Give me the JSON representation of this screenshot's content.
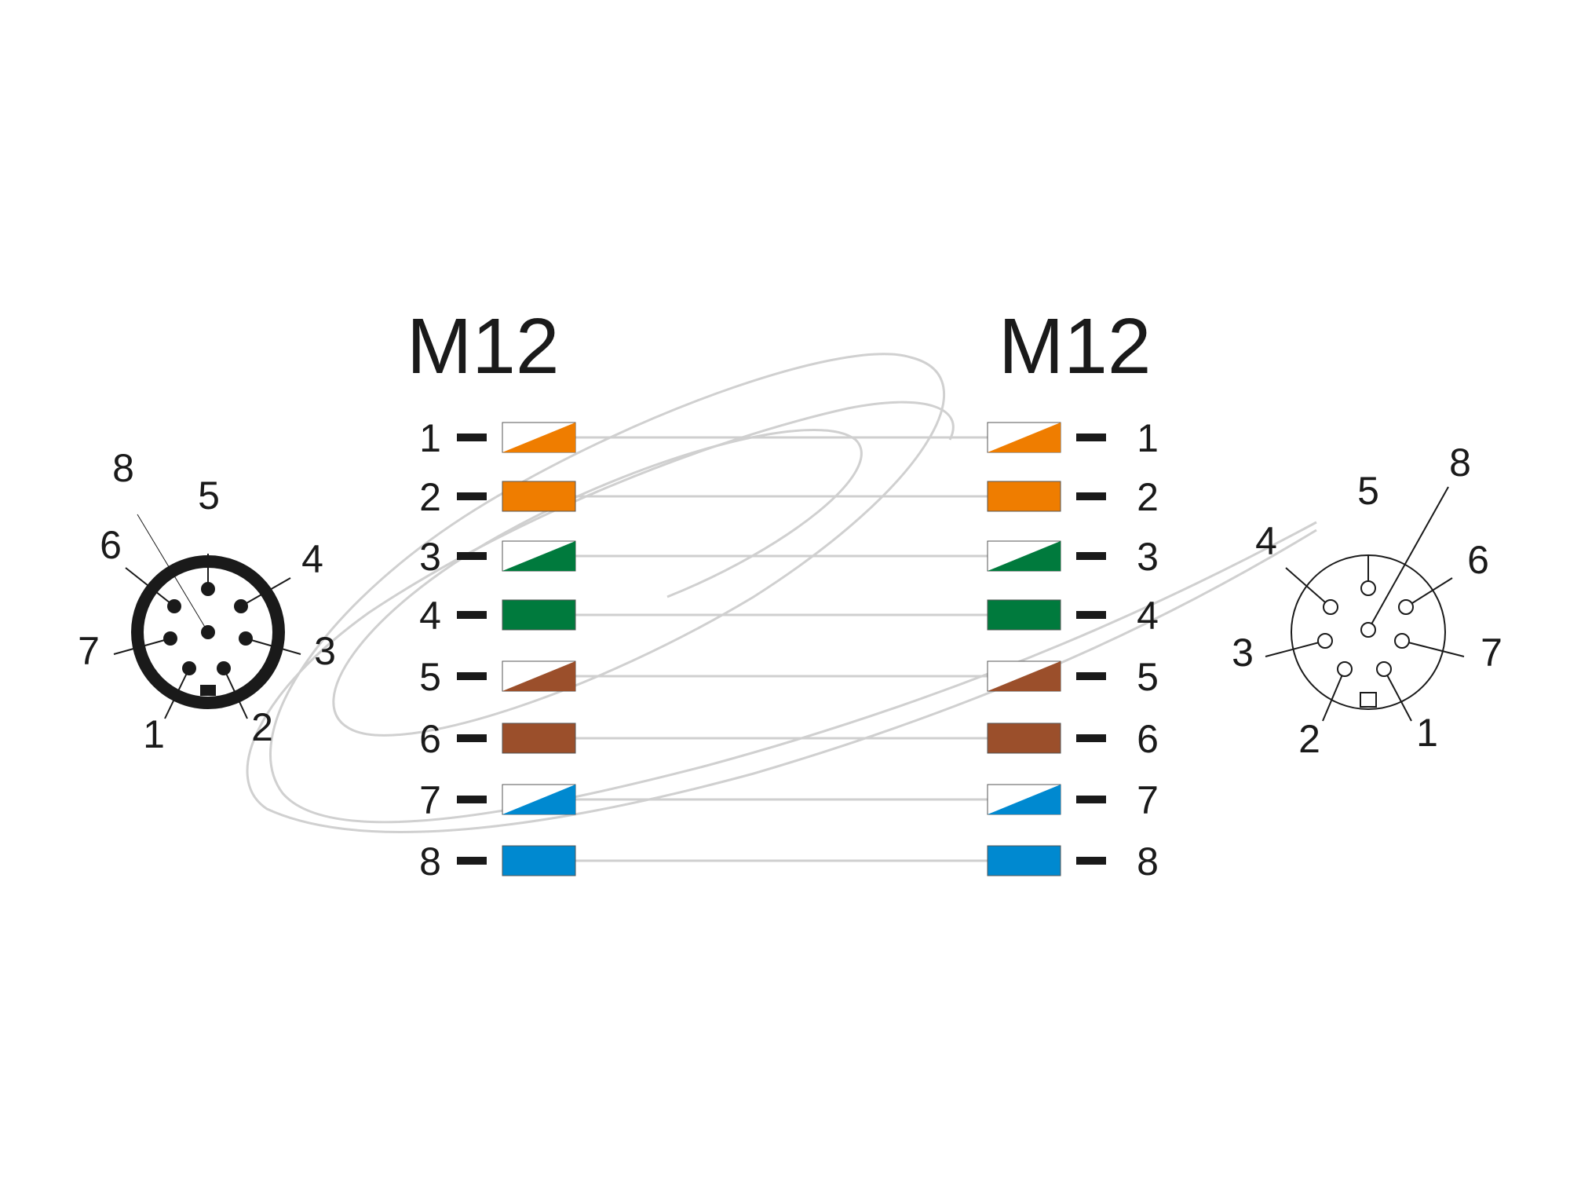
{
  "left_title": "M12",
  "right_title": "M12",
  "colors": {
    "orange": "#ef7d00",
    "green": "#007a3d",
    "brown": "#9b4f2b",
    "blue": "#0089d0",
    "white": "#ffffff",
    "wire": "#cfcfcf",
    "ink": "#1a1a1a"
  },
  "wires": [
    {
      "pin": "1",
      "color": "orange",
      "striped": true
    },
    {
      "pin": "2",
      "color": "orange",
      "striped": false
    },
    {
      "pin": "3",
      "color": "green",
      "striped": true
    },
    {
      "pin": "4",
      "color": "green",
      "striped": false
    },
    {
      "pin": "5",
      "color": "brown",
      "striped": true
    },
    {
      "pin": "6",
      "color": "brown",
      "striped": false
    },
    {
      "pin": "7",
      "color": "blue",
      "striped": true
    },
    {
      "pin": "8",
      "color": "blue",
      "striped": false
    }
  ],
  "left_connector": {
    "type": "male",
    "pin_labels": [
      "8",
      "5",
      "6",
      "4",
      "7",
      "3",
      "1",
      "2"
    ]
  },
  "right_connector": {
    "type": "female",
    "pin_labels": [
      "8",
      "5",
      "4",
      "6",
      "3",
      "7",
      "2",
      "1"
    ]
  }
}
